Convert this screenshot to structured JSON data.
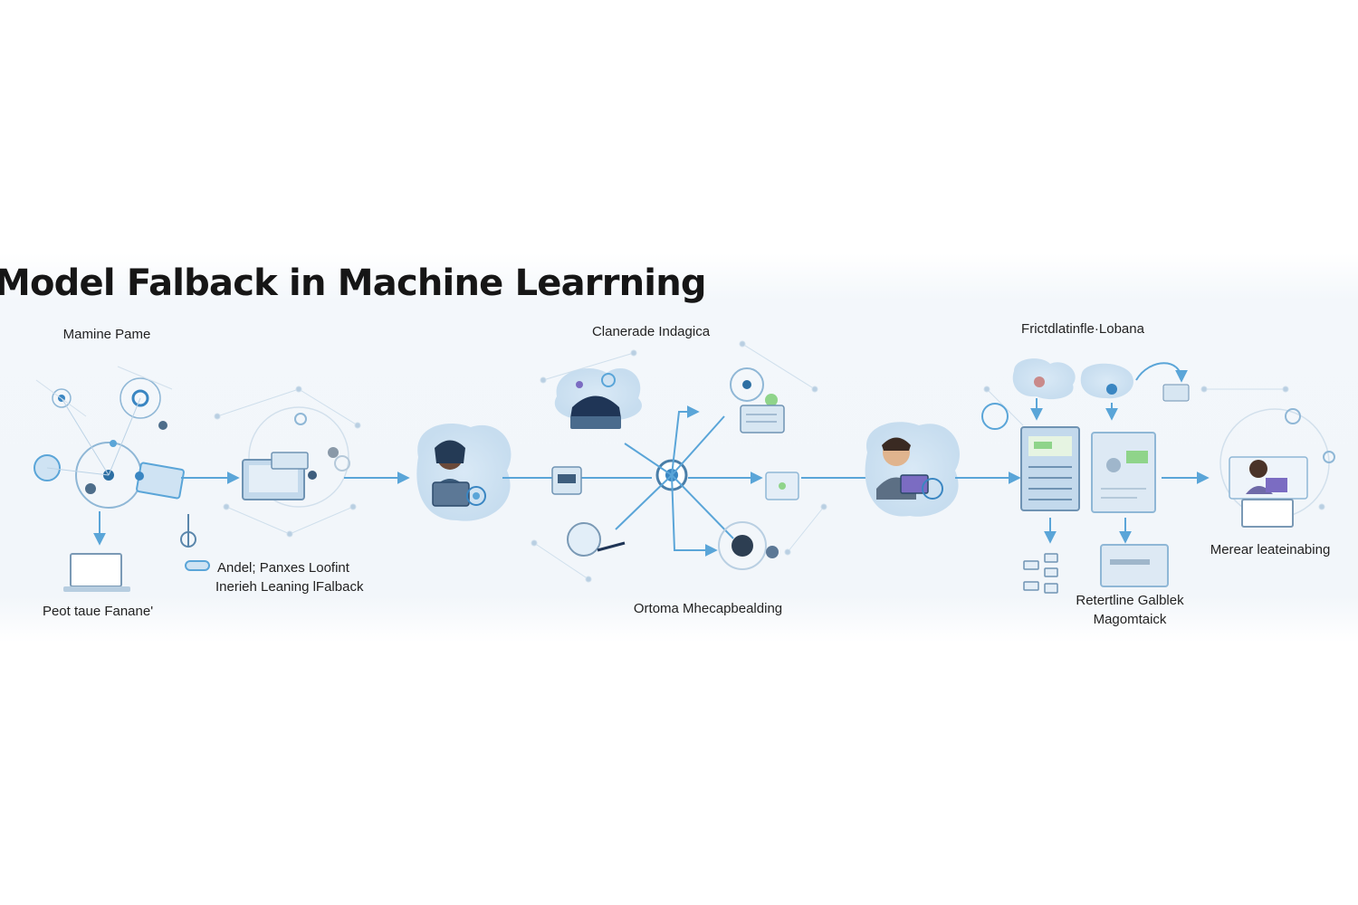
{
  "title": "Model Falback in Machine Learrning",
  "labels": {
    "stage1_top": "Mamine Pame",
    "stage1_bottom": "Peot taue Fanane'",
    "stage2": [
      "Andel; Panxes Loofint",
      "Inerieh Leaning lFalback"
    ],
    "hub_top": "Clanerade Indagica",
    "hub_bottom": "Ortoma Mhecapbealding",
    "stage4_top": "Frictdlatinfle·Lobana",
    "stage4_bottom": [
      "Retertline Galblek",
      "Magomtaick"
    ],
    "stage5": "Merear leateinabing"
  },
  "colors": {
    "accent": "#5aa5d8",
    "light": "#cfe3f3",
    "node": "#8fb7d6",
    "dark": "#2d4a6b",
    "green": "#8fd48a"
  },
  "icons": [
    "network-cluster-icon",
    "card-device-icon",
    "laptop-icon",
    "tool-icon",
    "monitor-icon",
    "person-at-computer-icon",
    "hub-node-icon",
    "cloud-icon",
    "server-stack-icon",
    "dashboard-icon"
  ]
}
